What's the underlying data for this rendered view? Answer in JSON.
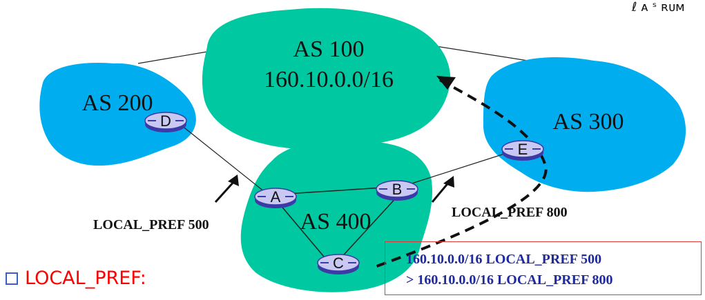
{
  "autonomous_systems": [
    {
      "id": "as100",
      "name": "AS 100",
      "prefix": "160.10.0.0/16",
      "color": "#00c8a0"
    },
    {
      "id": "as200",
      "name": "AS 200",
      "color": "#00aeef"
    },
    {
      "id": "as300",
      "name": "AS 300",
      "color": "#00aeef"
    },
    {
      "id": "as400",
      "name": "AS 400",
      "color": "#00c8a0"
    }
  ],
  "routers": [
    "D",
    "E",
    "A",
    "B",
    "C"
  ],
  "links": [
    [
      "AS 200",
      "AS 100"
    ],
    [
      "AS 100",
      "AS 300"
    ],
    [
      "D",
      "A"
    ],
    [
      "A",
      "B"
    ],
    [
      "A",
      "C"
    ],
    [
      "B",
      "C"
    ],
    [
      "B",
      "E"
    ]
  ],
  "local_pref_labels": {
    "left": "LOCAL_PREF 500",
    "right": "LOCAL_PREF 800"
  },
  "comparison_box": {
    "line1": "160.10.0.0/16 LOCAL_PREF 500",
    "line2": "> 160.10.0.0/16 LOCAL_PREF 800"
  },
  "bullet_text": "LOCAL_PREF:",
  "corner_scribble": "ℓ ᴀ ˢ  ʀᴜᴍ",
  "colors": {
    "green_cloud": "#00c8a0",
    "blue_cloud": "#00aeef",
    "router_fill": "#c9c8f2",
    "router_stroke": "#3b3aa6",
    "bullet_text": "#ff0000",
    "box_border": "#e03a3a",
    "box_text": "#1f2a9c"
  }
}
